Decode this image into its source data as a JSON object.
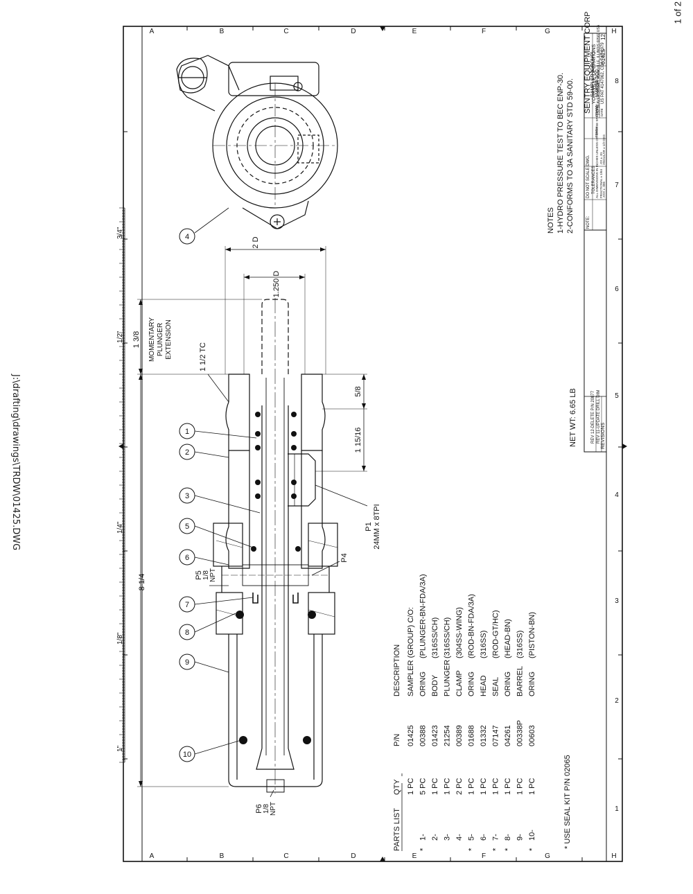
{
  "page_number": "1 of 2",
  "file_path": "J:\\drafting\\drawings\\TRDW\\01425.DWG",
  "border": {
    "zones_letters": [
      "A",
      "B",
      "C",
      "D",
      "E",
      "F",
      "G",
      "H"
    ],
    "zones_numbers": [
      "1",
      "2",
      "3",
      "4",
      "5",
      "6",
      "7",
      "8"
    ]
  },
  "dimensions": {
    "overall_length": "8 1/4",
    "extension": "1 3/8",
    "extension_note_1": "MOMENTARY",
    "extension_note_2": "PLUNGER",
    "extension_note_3": "EXTENSION",
    "diameter_outer": "2 D",
    "diameter_inner": "1.250 D",
    "tri_clamp": "1 1/2 TC",
    "dim_5_8": "5/8",
    "dim_1_15_16": "1 15/16",
    "ruler_1": "1\"",
    "ruler_1_8": "1/8\"",
    "ruler_1_4": "1/4\"",
    "ruler_1_2": "1/2\"",
    "ruler_3_4": "3/4\""
  },
  "ports": {
    "p1_label": "P1",
    "p1_thread": "24MM x 8TPI",
    "p4": "P4",
    "p5_label": "P5",
    "p5_size": "1/8",
    "p5_type": "NPT",
    "p6_label": "P6",
    "p6_size": "1/8",
    "p6_type": "NPT"
  },
  "balloons": [
    "1",
    "2",
    "3",
    "4",
    "5",
    "6",
    "7",
    "8",
    "9",
    "10"
  ],
  "parts_list": {
    "headers": [
      "PARTS LIST",
      "QTY",
      "P/N",
      "DESCRIPTION"
    ],
    "rows": [
      {
        "star": "",
        "item": "",
        "qty": "1 PC",
        "pn": "01425",
        "desc": "SAMPLER (GROUP) C/O:",
        "mat": ""
      },
      {
        "star": "*",
        "item": "1-",
        "qty": "5 PC",
        "pn": "00388",
        "desc": "ORING",
        "mat": "(PLUNGER-BN-FDA/3A)"
      },
      {
        "star": "",
        "item": "2-",
        "qty": "1 PC",
        "pn": "01423",
        "desc": "BODY",
        "mat": "(316SS/CH)"
      },
      {
        "star": "",
        "item": "3-",
        "qty": "1 PC",
        "pn": "21254",
        "desc": "PLUNGER",
        "mat": "(316SS/CH)"
      },
      {
        "star": "",
        "item": "4-",
        "qty": "2 PC",
        "pn": "00389",
        "desc": "CLAMP",
        "mat": "(304SS-WING)"
      },
      {
        "star": "*",
        "item": "5-",
        "qty": "1 PC",
        "pn": "01688",
        "desc": "ORING",
        "mat": "(ROD-BN-FDA/3A)"
      },
      {
        "star": "",
        "item": "6-",
        "qty": "1 PC",
        "pn": "01332",
        "desc": "HEAD",
        "mat": "(316SS)"
      },
      {
        "star": "*",
        "item": "7-",
        "qty": "1 PC",
        "pn": "07147",
        "desc": "SEAL",
        "mat": "(ROD-GT/HC)"
      },
      {
        "star": "*",
        "item": "8-",
        "qty": "1 PC",
        "pn": "04261",
        "desc": "ORING",
        "mat": "(HEAD-BN)"
      },
      {
        "star": "",
        "item": "9-",
        "qty": "1 PC",
        "pn": "00338P",
        "desc": "BARREL",
        "mat": "(316SS)"
      },
      {
        "star": "*",
        "item": "10-",
        "qty": "1 PC",
        "pn": "00603",
        "desc": "ORING",
        "mat": "(PISTON-BN)"
      }
    ],
    "seal_kit_note": "* USE SEAL KIT P/N 02065"
  },
  "net_weight": "NET WT: 6.65 LB",
  "notes": {
    "heading": "NOTES",
    "line1": "1-HYDRO PRESSURE TEST TO BEC ENP-30.",
    "line2": "2-CONFORMS TO 3A SANITARY STD 59-00."
  },
  "revisions": {
    "heading": "REVISIONS",
    "rev11": "REV 11-UPDATE DRILL DIM",
    "rev12": "REV 12-DELETE P/N 20877"
  },
  "title_block": {
    "company": "SENTRY EQUIPMENT CORP",
    "division": "YORKVILLE OPERATIONS",
    "address": "210 BEAVER STREET YORKVILLE, ILLINOIS 60560 USA",
    "title1": "SAMPLER (GROUP)",
    "title2": "M4KSA-3CC",
    "patent": "US PAT 4147062, CDA PAT 1979",
    "dwg_no": "01425",
    "rev": "12",
    "note_label": "NOTE:",
    "do_not_scale": "DO NOT SCALE DWG.",
    "tolerances": "TOLERANCES",
    "tol_sub": "ALL DIMENSIONS IN INCHES UNLESS OTHERWISE SPECIFIED",
    "tol_frac": "FRACTIONAL ± 1/64",
    "tol_xxx": ".XXX ± .005",
    "tol_xx": ".XX ± .01",
    "tol_ang": "ANGULAR ± 1/2 DEG",
    "finish": "FINISH",
    "drawn": "DRAWN",
    "date": "DATE",
    "scale": "SCALE"
  }
}
